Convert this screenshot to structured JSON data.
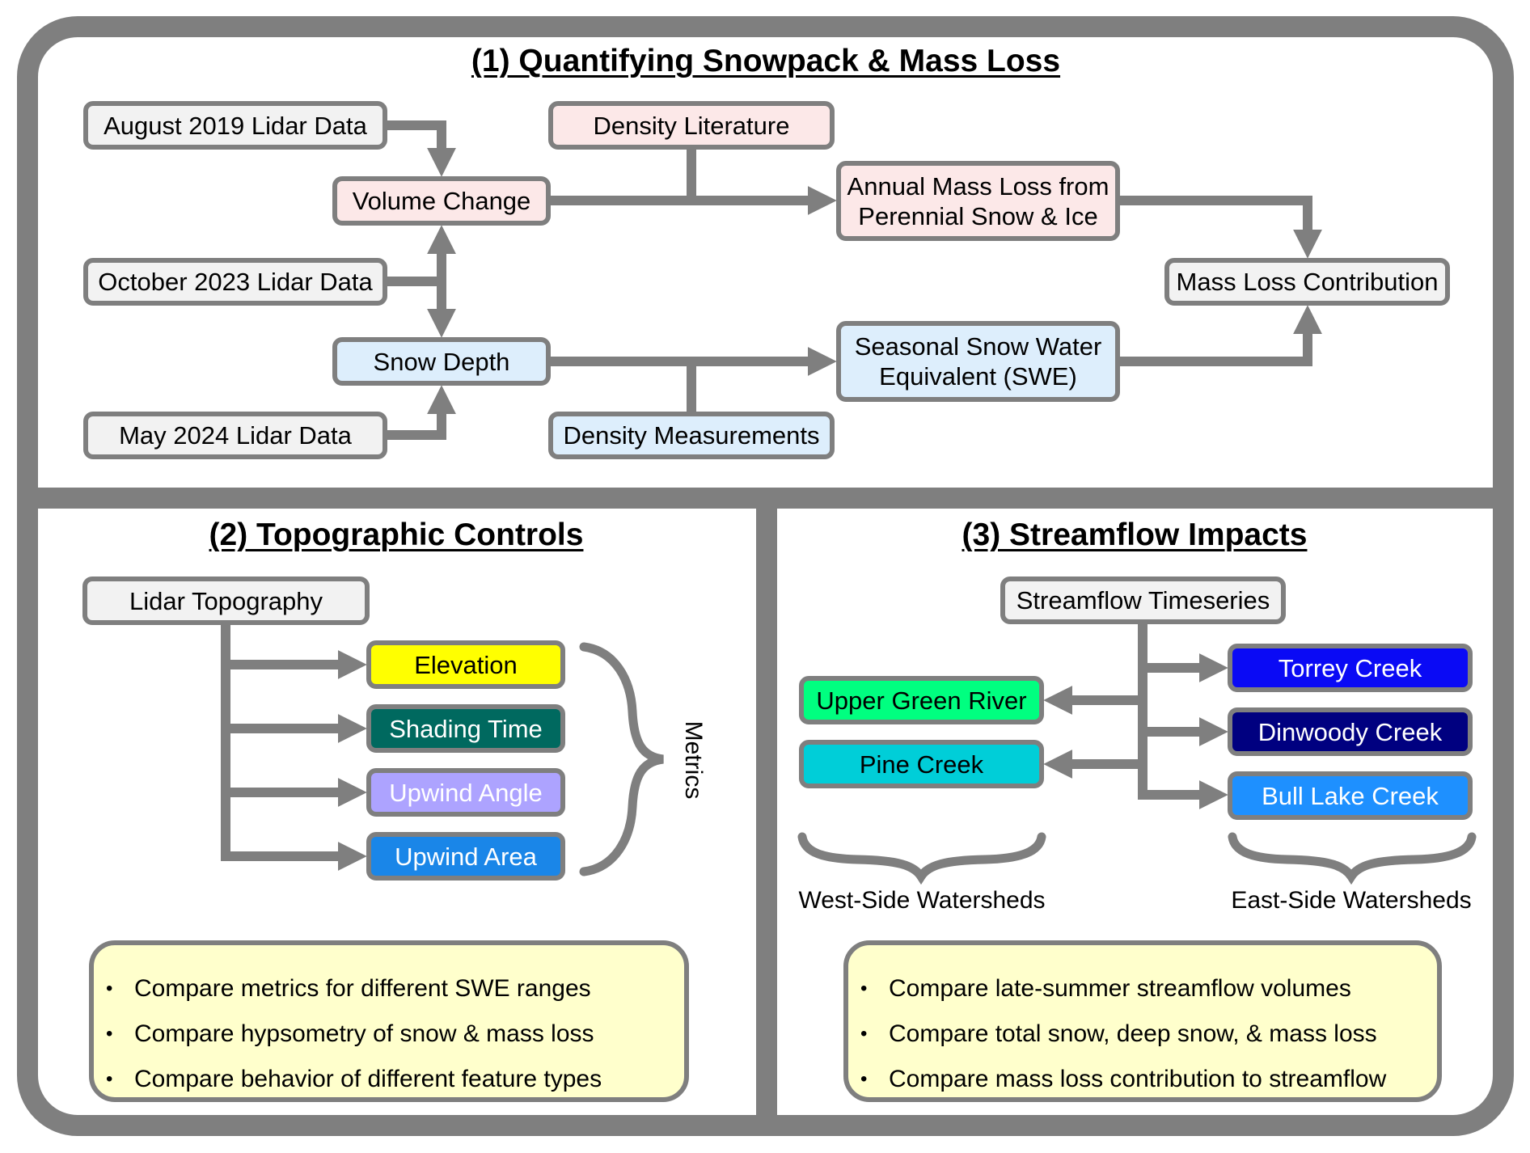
{
  "diagram": {
    "sections": {
      "s1": {
        "title": "(1) Quantifying Snowpack & Mass Loss",
        "nodes": {
          "aug2019": "August 2019 Lidar Data",
          "oct2023": "October 2023 Lidar Data",
          "may2024": "May 2024 Lidar Data",
          "volume_change": "Volume Change",
          "snow_depth": "Snow Depth",
          "density_literature": "Density Literature",
          "density_measurements": "Density Measurements",
          "annual_mass_loss_l1": "Annual Mass Loss from",
          "annual_mass_loss_l2": "Perennial Snow & Ice",
          "swe_l1": "Seasonal Snow Water",
          "swe_l2": "Equivalent (SWE)",
          "mass_loss_contribution": "Mass Loss Contribution"
        }
      },
      "s2": {
        "title": "(2) Topographic Controls",
        "source": "Lidar Topography",
        "metrics": [
          {
            "label": "Elevation",
            "color": "#ffff00",
            "text_color": "#000000"
          },
          {
            "label": "Shading Time",
            "color": "#00695f",
            "text_color": "#ffffff"
          },
          {
            "label": "Upwind Angle",
            "color": "#ada3ff",
            "text_color": "#ffffff"
          },
          {
            "label": "Upwind Area",
            "color": "#1a86e8",
            "text_color": "#ffffff"
          }
        ],
        "brace_label": "Metrics",
        "notes": [
          "Compare metrics for different SWE ranges",
          "Compare hypsometry of snow & mass loss",
          "Compare behavior of different feature types"
        ]
      },
      "s3": {
        "title": "(3) Streamflow Impacts",
        "source": "Streamflow Timeseries",
        "west": [
          {
            "label": "Upper Green River",
            "color": "#00ff80",
            "text_color": "#000000"
          },
          {
            "label": "Pine Creek",
            "color": "#00ced8",
            "text_color": "#000000"
          }
        ],
        "east": [
          {
            "label": "Torrey Creek",
            "color": "#0a0af5",
            "text_color": "#ffffff"
          },
          {
            "label": "Dinwoody Creek",
            "color": "#000080",
            "text_color": "#ffffff"
          },
          {
            "label": "Bull Lake Creek",
            "color": "#1e90ff",
            "text_color": "#ffffff"
          }
        ],
        "west_label": "West-Side Watersheds",
        "east_label": "East-Side Watersheds",
        "notes": [
          "Compare late-summer streamflow volumes",
          "Compare total snow, deep snow, & mass loss",
          "Compare mass loss contribution to streamflow"
        ]
      }
    },
    "bullet_glyph": "•",
    "colors": {
      "frame": "#7f7f7f",
      "connector": "#7f7f7f",
      "node_gray": "#f2f2f2",
      "node_pink": "#fce8e8",
      "node_blue": "#ddeefc",
      "notes_fill": "#ffffcc"
    }
  }
}
